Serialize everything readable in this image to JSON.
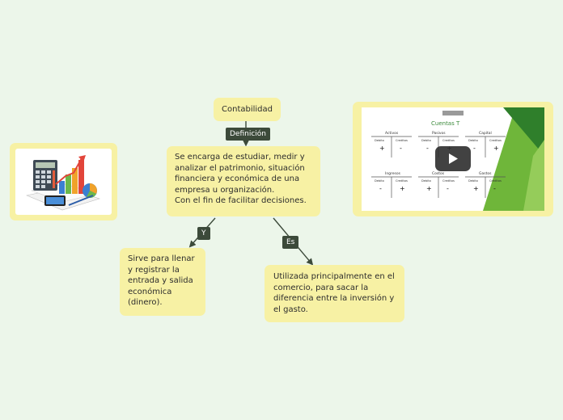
{
  "nodes": {
    "root": "Contabilidad",
    "definition": "Se encarga de estudiar, medir y analizar el patrimonio, situación financiera y económica de una empresa u organización.\nCon el fin de facilitar decisiones.",
    "left": "Sirve para llenar y registrar la entrada y salida económica (dinero).",
    "right": "Utilizada principalmente en el comercio, para sacar la diferencia entre la inversión y el gasto."
  },
  "connectors": {
    "definition": "Definición",
    "y": "Y",
    "es": "Es"
  },
  "video": {
    "title": "Cuentas T",
    "accounts": [
      {
        "name": "Activos",
        "debit": "Debito",
        "credit": "Creditos",
        "debit_sign": "+",
        "credit_sign": "-"
      },
      {
        "name": "Pasivos",
        "debit": "Debito",
        "credit": "Creditos",
        "debit_sign": "-",
        "credit_sign": "+"
      },
      {
        "name": "Capital",
        "debit": "Debito",
        "credit": "Creditos",
        "debit_sign": "-",
        "credit_sign": "+"
      },
      {
        "name": "Ingresos",
        "debit": "Debito",
        "credit": "Creditos",
        "debit_sign": "-",
        "credit_sign": "+"
      },
      {
        "name": "Costos",
        "debit": "Debito",
        "credit": "Creditos",
        "debit_sign": "+",
        "credit_sign": "-"
      },
      {
        "name": "Gastos",
        "debit": "Debito",
        "credit": "Creditos",
        "debit_sign": "+",
        "credit_sign": "-"
      }
    ]
  },
  "colors": {
    "background": "#ecf6ea",
    "node": "#f7f1a4",
    "connector_line": "#3c4a3a",
    "video_accent": "#6fb63a"
  }
}
